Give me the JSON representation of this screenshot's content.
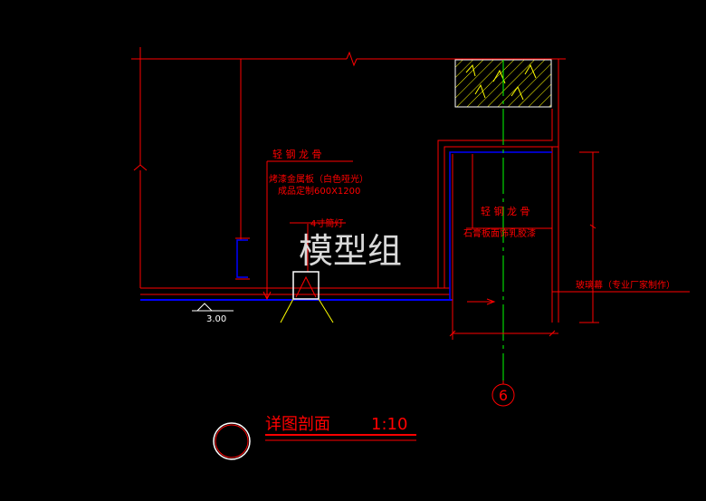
{
  "drawing": {
    "labels": {
      "light_steel_keel_top": "轻 钢 龙 骨",
      "paint_metal_panel": "烤漆金属板（白色哑光）",
      "finished_custom_size": "成品定制600X1200",
      "downlight": "4寸筒灯",
      "light_steel_keel_right": "轻 钢 龙 骨",
      "gypsum_board_paint": "石膏板面饰乳胶漆",
      "glass_curtain": "玻璃幕（专业厂家制作）",
      "elevation": "3.00",
      "axis_number": "6",
      "watermark": "模型组"
    },
    "title": {
      "text": "详图剖面",
      "scale": "1:10"
    },
    "colors": {
      "background": "#000000",
      "red": "#ff0000",
      "blue": "#0000ff",
      "yellow": "#ffff00",
      "green": "#00ff00",
      "white": "#ffffff"
    }
  }
}
